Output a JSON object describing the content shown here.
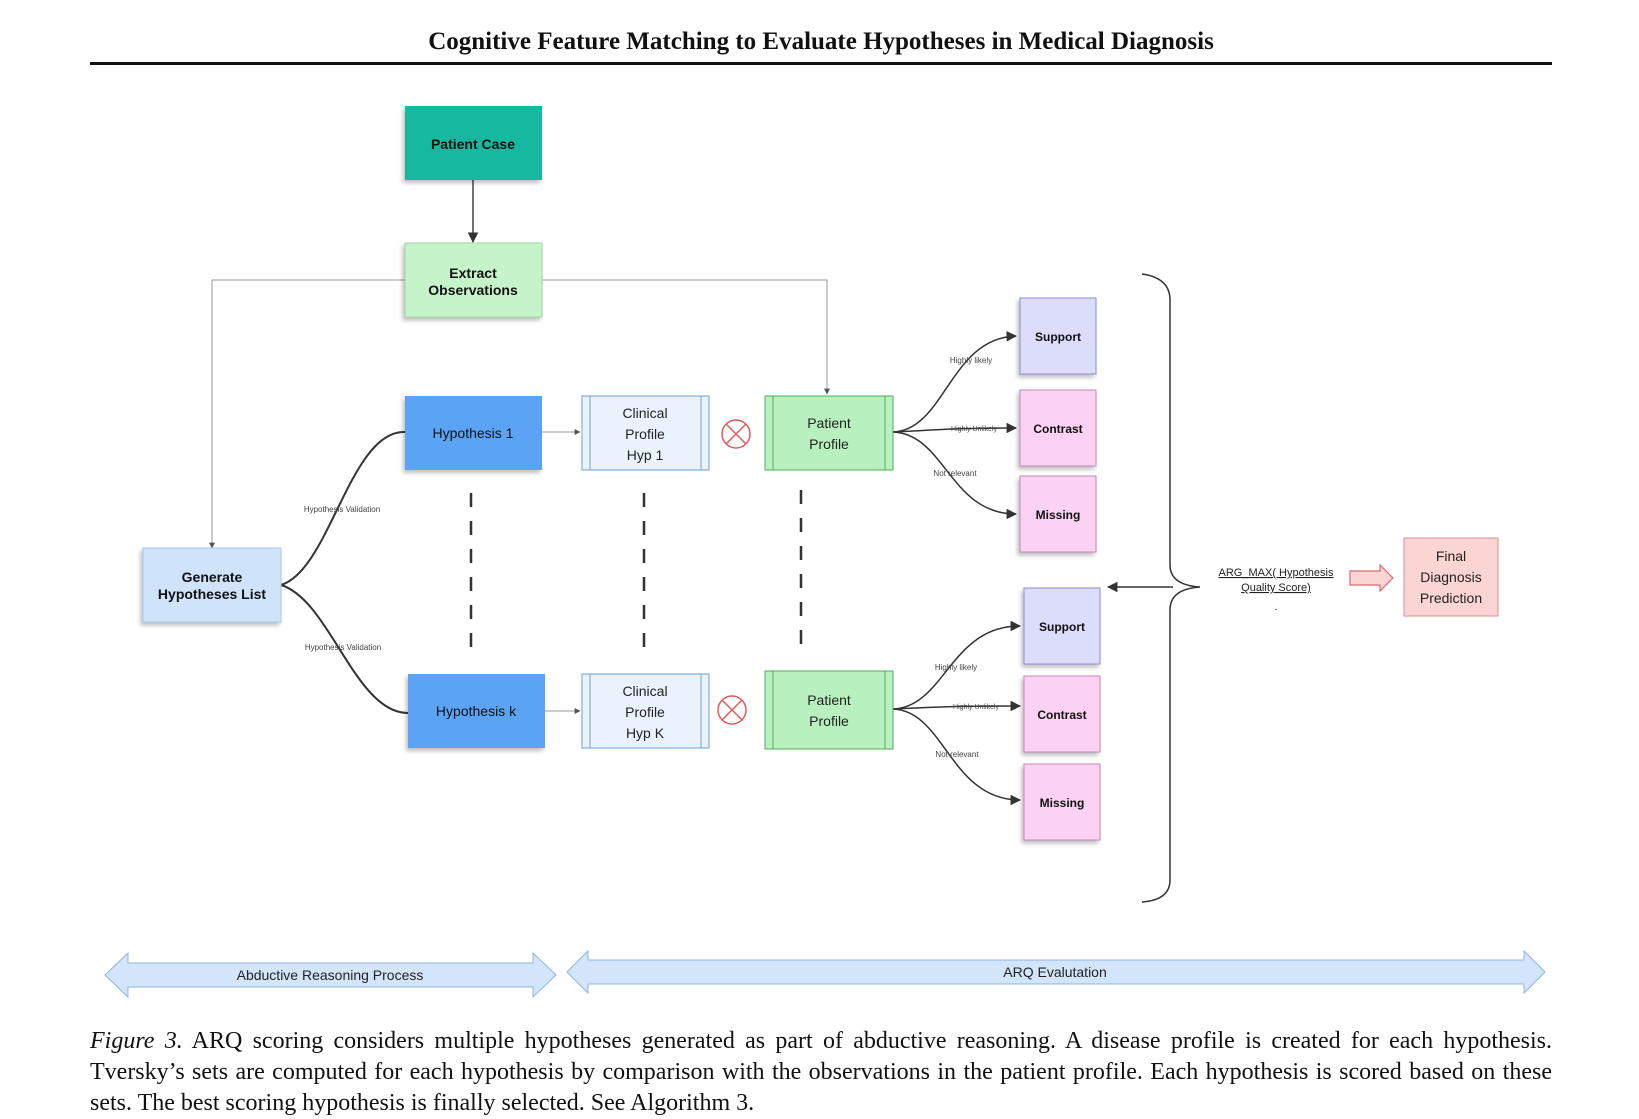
{
  "header": {
    "title": "Cognitive Feature Matching to Evaluate Hypotheses in Medical Diagnosis"
  },
  "nodes": {
    "patient_case": "Patient Case",
    "extract_observations": [
      "Extract",
      "Observations"
    ],
    "generate_hypotheses": [
      "Generate",
      "Hypotheses List"
    ],
    "hypothesis_1": "Hypothesis 1",
    "hypothesis_k": "Hypothesis k",
    "clinical_profile_1": [
      "Clinical",
      "Profile",
      "Hyp 1"
    ],
    "clinical_profile_k": [
      "Clinical",
      "Profile",
      "Hyp K"
    ],
    "patient_profile_1": [
      "Patient",
      "Profile"
    ],
    "patient_profile_k": [
      "Patient",
      "Profile"
    ],
    "support": "Support",
    "contrast": "Contrast",
    "missing": "Missing",
    "final_diagnosis": [
      "Final",
      "Diagnosis",
      "Prediction"
    ]
  },
  "edge_labels": {
    "hypothesis_validation": "Hypothesis Validation",
    "highly_likely": "Highly likely",
    "highly_unlikely": "Highly Unlikely",
    "not_relevant": "Not relevant",
    "argmax": [
      "ARG_MAX( Hypothesis",
      "Quality Score)"
    ],
    "dot": "."
  },
  "phases": {
    "abductive": "Abductive Reasoning Process",
    "arq": "ARQ Evalutation"
  },
  "caption": {
    "figure_label": "Figure 3.",
    "text": "ARQ scoring considers multiple hypotheses generated as part of abductive reasoning. A disease profile is created for each hypothesis. Tversky’s sets are computed for each hypothesis by comparison with the observations in the patient profile. Each hypothesis is scored based on these sets. The best scoring hypothesis is finally selected. See Algorithm 3."
  },
  "colors": {
    "patient_case": "#14b8a0",
    "extract": "#c6f4c9",
    "generate": "#cfe3fb",
    "hypothesis": "#5aa3f5",
    "clinical_profile": "#eaf3fd",
    "patient_profile": "#b9f0c0",
    "support": "#dcdcfb",
    "contrast": "#fbd2f3",
    "missing": "#fbd2f3",
    "final": "#fbd4d4",
    "phase": "#d3e5fb",
    "otimes": "#e05a5a"
  }
}
